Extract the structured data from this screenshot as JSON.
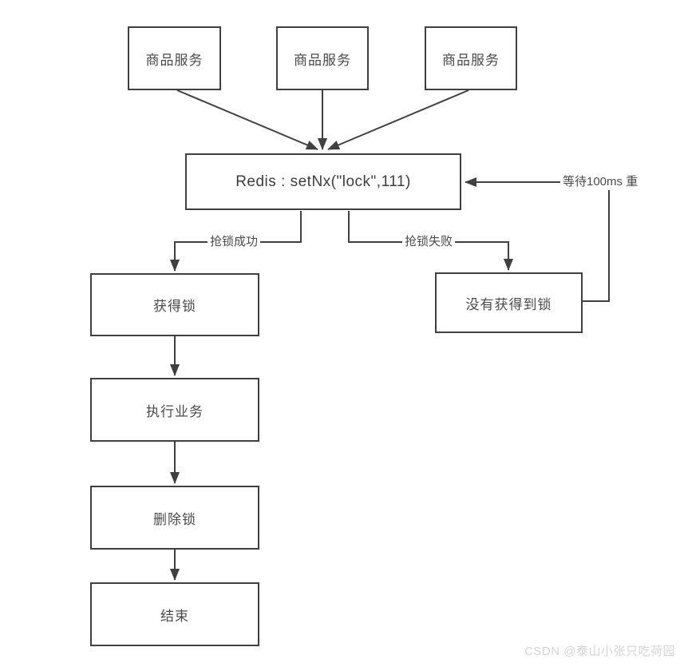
{
  "diagram": {
    "title_hint": "Redis distributed lock flowchart",
    "colors": {
      "background": "#ffffff",
      "line": "#404040",
      "node_border": "#404040",
      "node_text": "#4a4a4a",
      "watermark": "#d4d4d4"
    },
    "nodes": [
      {
        "id": "service-1",
        "label": "商品服务"
      },
      {
        "id": "service-2",
        "label": "商品服务"
      },
      {
        "id": "service-3",
        "label": "商品服务"
      },
      {
        "id": "redis-setnx",
        "label": "Redis : setNx(\"lock\",111)"
      },
      {
        "id": "lock-acquired",
        "label": "获得锁"
      },
      {
        "id": "execute-business",
        "label": "执行业务"
      },
      {
        "id": "delete-lock",
        "label": "删除锁"
      },
      {
        "id": "end",
        "label": "结束"
      },
      {
        "id": "lock-not-acquired",
        "label": "没有获得到锁"
      }
    ],
    "edge_labels": [
      {
        "id": "branch-success",
        "label": "抢锁成功"
      },
      {
        "id": "branch-fail",
        "label": "抢锁失败"
      },
      {
        "id": "retry-wait",
        "label": "等待100ms 重"
      }
    ],
    "edges": [
      "service-1 -> redis-setnx",
      "service-2 -> redis-setnx",
      "service-3 -> redis-setnx",
      "redis-setnx -> lock-acquired (抢锁成功)",
      "redis-setnx -> lock-not-acquired (抢锁失败)",
      "lock-acquired -> execute-business",
      "execute-business -> delete-lock",
      "delete-lock -> end",
      "lock-not-acquired -> redis-setnx (等待100ms 重)"
    ]
  },
  "watermark": {
    "text": "CSDN @泰山小张只吃荷园"
  }
}
